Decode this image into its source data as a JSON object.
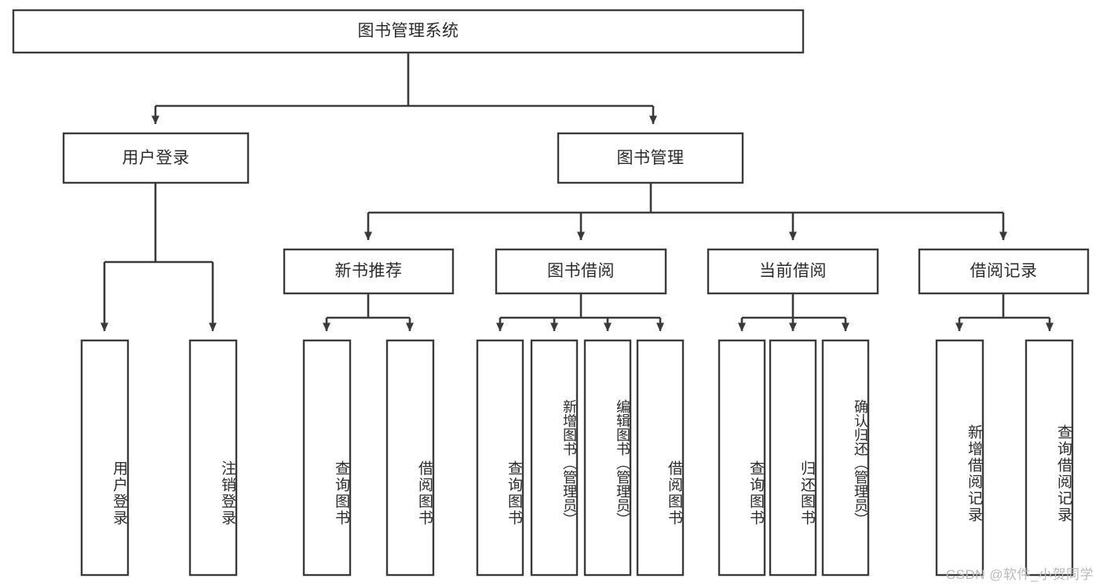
{
  "diagram": {
    "type": "tree-hierarchy",
    "title": "图书管理系统",
    "root": {
      "id": "root",
      "label": "图书管理系统",
      "orientation": "horizontal"
    },
    "level2": [
      {
        "id": "user-login",
        "label": "用户登录",
        "orientation": "horizontal"
      },
      {
        "id": "book-management",
        "label": "图书管理",
        "orientation": "horizontal"
      }
    ],
    "level3": [
      {
        "id": "new-book-recommend",
        "label": "新书推荐",
        "orientation": "horizontal",
        "parent": "book-management"
      },
      {
        "id": "book-borrow",
        "label": "图书借阅",
        "orientation": "horizontal",
        "parent": "book-management"
      },
      {
        "id": "current-borrow",
        "label": "当前借阅",
        "orientation": "horizontal",
        "parent": "book-management"
      },
      {
        "id": "borrow-record",
        "label": "借阅记录",
        "orientation": "horizontal",
        "parent": "book-management"
      }
    ],
    "leaves": [
      {
        "id": "leaf-user-login",
        "label": "用户登录",
        "orientation": "vertical",
        "parent": "user-login"
      },
      {
        "id": "leaf-user-logout",
        "label": "注销登录",
        "orientation": "vertical",
        "parent": "user-login"
      },
      {
        "id": "leaf-query-book-1",
        "label": "查询图书",
        "orientation": "vertical",
        "parent": "new-book-recommend"
      },
      {
        "id": "leaf-borrow-book-1",
        "label": "借阅图书",
        "orientation": "vertical",
        "parent": "new-book-recommend"
      },
      {
        "id": "leaf-query-book-2",
        "label": "查询图书",
        "orientation": "vertical",
        "parent": "book-borrow"
      },
      {
        "id": "leaf-add-book",
        "label": "新增图书（管理员）",
        "orientation": "vertical",
        "parent": "book-borrow"
      },
      {
        "id": "leaf-edit-book",
        "label": "编辑图书（管理员）",
        "orientation": "vertical",
        "parent": "book-borrow"
      },
      {
        "id": "leaf-borrow-book-2",
        "label": "借阅图书",
        "orientation": "vertical",
        "parent": "book-borrow"
      },
      {
        "id": "leaf-query-book-3",
        "label": "查询图书",
        "orientation": "vertical",
        "parent": "current-borrow"
      },
      {
        "id": "leaf-return-book",
        "label": "归还图书",
        "orientation": "vertical",
        "parent": "current-borrow"
      },
      {
        "id": "leaf-confirm-return",
        "label": "确认归还（管理员）",
        "orientation": "vertical",
        "parent": "current-borrow"
      },
      {
        "id": "leaf-add-record",
        "label": "新增借阅记录",
        "orientation": "vertical",
        "parent": "borrow-record"
      },
      {
        "id": "leaf-query-record",
        "label": "查询借阅记录",
        "orientation": "vertical",
        "parent": "borrow-record"
      }
    ],
    "colors": {
      "stroke": "#3a3a3a",
      "fill": "#ffffff",
      "text": "#2b2b2b",
      "watermark": "#b9b9b9"
    }
  },
  "watermark": {
    "text": "CSDN @软件_小贺同学"
  }
}
